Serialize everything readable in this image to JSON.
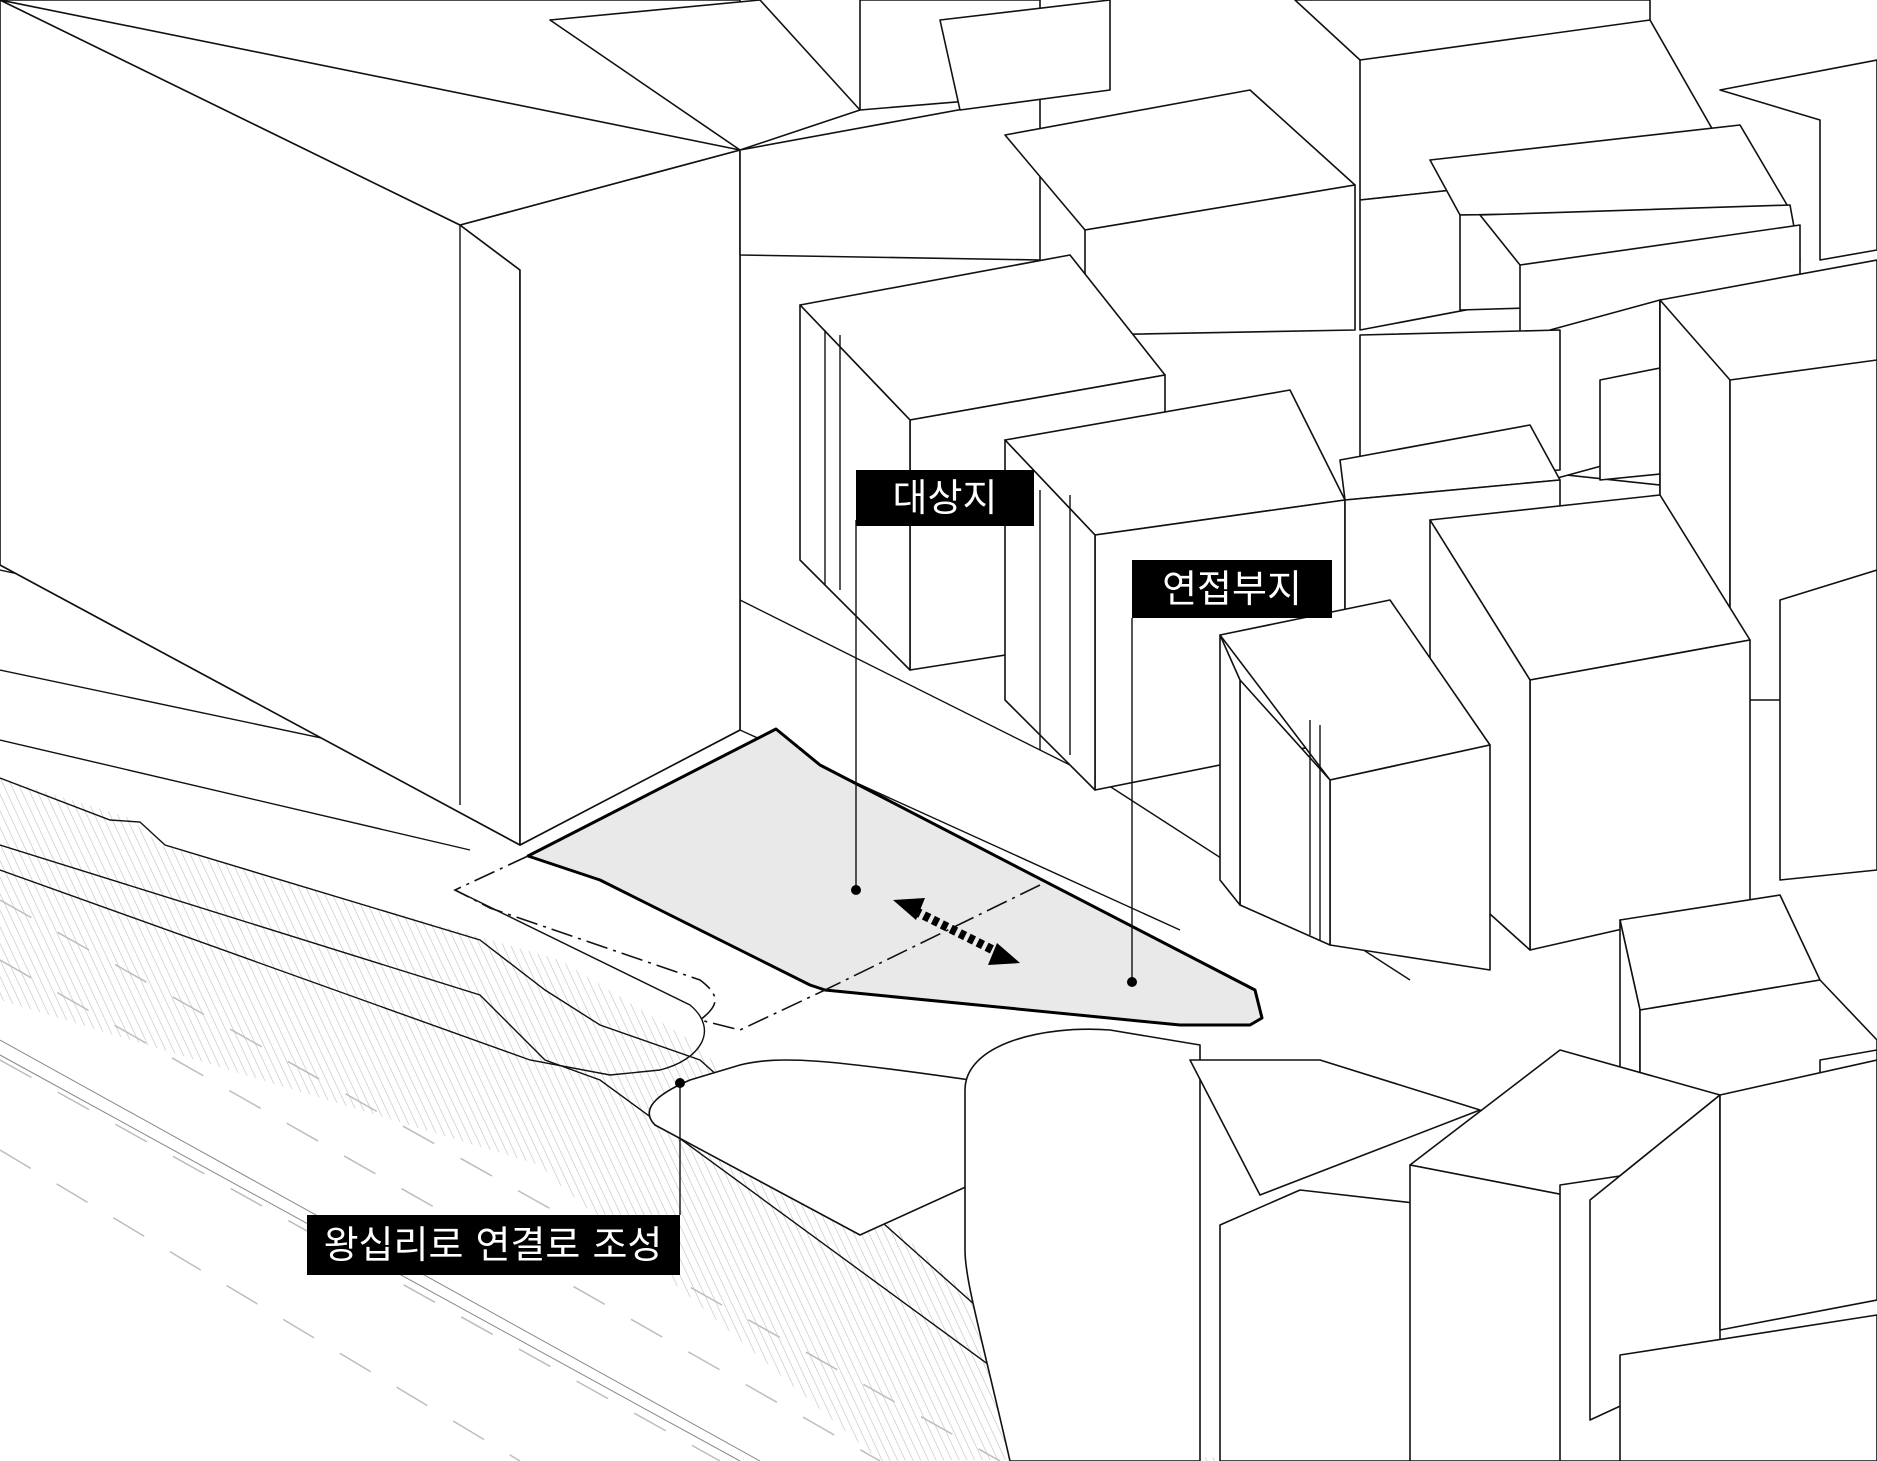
{
  "labels": {
    "site": "대상지",
    "adjacent": "연접부지",
    "connection": "왕십리로 연결로 조성"
  },
  "colors": {
    "site_fill": "#e9e9e9",
    "line": "#111111",
    "label_bg": "#000000",
    "label_text": "#ffffff",
    "hatch": "#bfbfbf"
  },
  "icons": [
    "double-arrow-icon"
  ]
}
